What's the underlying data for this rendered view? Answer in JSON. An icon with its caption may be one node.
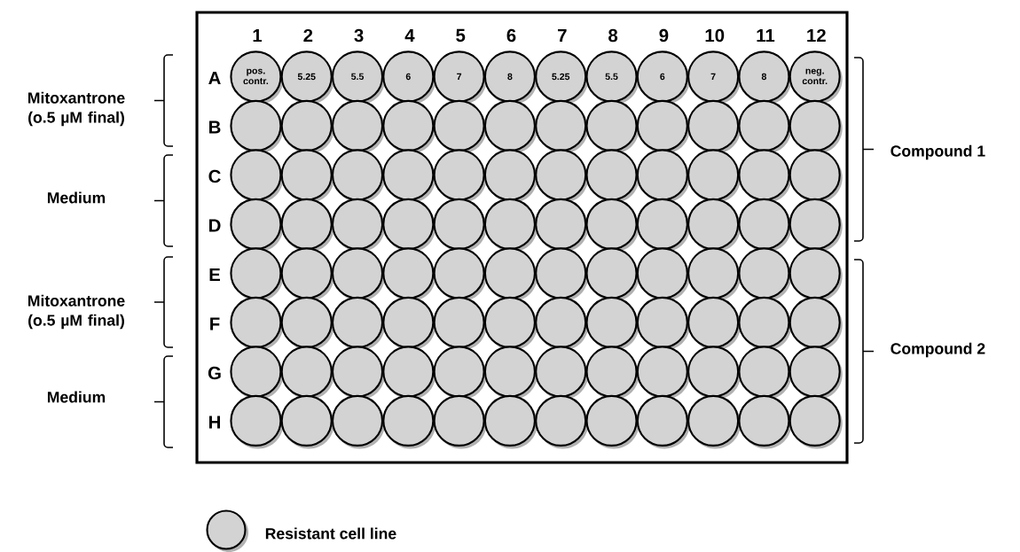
{
  "diagram": {
    "nodes": [
      {
        "text": [],
        "shape": "box"
      },
      {
        "text": [
          "pos. contr."
        ],
        "in": 0
      },
      {
        "text": [
          "5.25"
        ],
        "in": 0
      },
      {
        "text": [
          "5.5"
        ],
        "in": 0
      },
      {
        "text": [
          "6"
        ],
        "in": 0
      },
      {
        "text": [
          "7"
        ],
        "in": 0
      },
      {
        "text": [
          "8"
        ],
        "in": 0
      },
      {
        "text": [
          "5.25"
        ],
        "in": 0
      },
      {
        "text": [
          "5.5"
        ],
        "in": 0
      },
      {
        "text": [
          "6"
        ],
        "in": 0
      },
      {
        "text": [
          "7"
        ],
        "in": 0
      },
      {
        "text": [
          "8"
        ],
        "in": 0
      },
      {
        "text": [
          "neg. contr."
        ],
        "in": 0
      },
      {
        "text": [],
        "shape": "circle",
        "in": 0
      },
      {
        "text": [],
        "shape": "circle",
        "in": 0
      },
      {
        "text": [],
        "shape": "circle",
        "in": 0
      },
      {
        "text": [],
        "shape": "circle",
        "in": 0
      },
      {
        "text": [],
        "shape": "circle",
        "in": 0
      },
      {
        "text": [],
        "shape": "circle",
        "in": 0
      },
      {
        "text": [],
        "shape": "circle",
        "in": 0
      },
      {
        "text": [],
        "shape": "circle",
        "in": 0
      },
      {
        "text": [],
        "shape": "circle",
        "in": 0
      },
      {
        "text": [],
        "shape": "circle",
        "in": 0
      },
      {
        "text": [],
        "shape": "circle",
        "in": 0
      },
      {
        "text": [],
        "shape": "circle",
        "in": 0
      },
      {
        "text": [],
        "shape": "circle",
        "in": 0
      },
      {
        "text": [],
        "shape": "circle",
        "in": 0
      },
      {
        "text": [],
        "shape": "circle",
        "in": 0
      },
      {
        "text": [],
        "shape": "circle",
        "in": 0
      },
      {
        "text": [],
        "shape": "circle",
        "in": 0
      },
      {
        "text": [],
        "shape": "circle",
        "in": 0
      },
      {
        "text": [],
        "shape": "circle",
        "in": 0
      },
      {
        "text": [],
        "shape": "circle",
        "in": 0
      },
      {
        "text": [],
        "shape": "circle",
        "in": 0
      },
      {
        "text": [],
        "shape": "circle",
        "in": 0
      },
      {
        "text": [],
        "shape": "circle",
        "in": 0
      },
      {
        "text": [],
        "shape": "circle",
        "in": 0
      },
      {
        "text": [],
        "shape": "circle",
        "in": 0
      },
      {
        "text": [],
        "shape": "circle",
        "in": 0
      },
      {
        "text": [],
        "shape": "circle",
        "in": 0
      },
      {
        "text": [],
        "shape": "circle",
        "in": 0
      },
      {
        "text": [],
        "shape": "circle",
        "in": 0
      },
      {
        "text": [],
        "shape": "circle",
        "in": 0
      },
      {
        "text": [],
        "shape": "circle",
        "in": 0
      },
      {
        "text": [],
        "shape": "circle",
        "in": 0
      },
      {
        "text": [],
        "shape": "circle",
        "in": 0
      },
      {
        "text": [],
        "shape": "circle",
        "in": 0
      },
      {
        "text": [],
        "shape": "circle",
        "in": 0
      },
      {
        "text": [],
        "shape": "circle",
        "in": 0
      },
      {
        "text": [],
        "shape": "circle",
        "in": 0
      },
      {
        "text": [],
        "shape": "circle",
        "in": 0
      },
      {
        "text": [],
        "shape": "circle",
        "in": 0
      },
      {
        "text": [],
        "shape": "circle",
        "in": 0
      },
      {
        "text": [],
        "shape": "circle",
        "in": 0
      },
      {
        "text": [],
        "shape": "circle",
        "in": 0
      },
      {
        "text": [],
        "shape": "circle",
        "in": 0
      },
      {
        "text": [],
        "shape": "circle",
        "in": 0
      },
      {
        "text": [],
        "shape": "circle",
        "in": 0
      },
      {
        "text": [],
        "shape": "circle",
        "in": 0
      },
      {
        "text": [],
        "shape": "circle",
        "in": 0
      },
      {
        "text": [],
        "shape": "circle",
        "in": 0
      },
      {
        "text": [],
        "shape": "circle",
        "in": 0
      },
      {
        "text": [],
        "shape": "circle",
        "in": 0
      },
      {
        "text": [],
        "shape": "circle",
        "in": 0
      },
      {
        "text": [],
        "shape": "circle",
        "in": 0
      },
      {
        "text": [],
        "shape": "circle",
        "in": 0
      },
      {
        "text": [],
        "shape": "circle",
        "in": 0
      },
      {
        "text": [],
        "shape": "circle",
        "in": 0
      },
      {
        "text": [],
        "shape": "circle",
        "in": 0
      },
      {
        "text": [],
        "shape": "circle",
        "in": 0
      },
      {
        "text": [],
        "shape": "circle",
        "in": 0
      },
      {
        "text": [],
        "shape": "circle",
        "in": 0
      },
      {
        "text": [],
        "shape": "circle",
        "in": 0
      },
      {
        "text": [],
        "shape": "circle",
        "in": 0
      },
      {
        "text": [],
        "shape": "circle",
        "in": 0
      },
      {
        "text": [],
        "shape": "circle",
        "in": 0
      },
      {
        "text": [],
        "shape": "circle",
        "in": 0
      },
      {
        "text": [],
        "shape": "circle",
        "in": 0
      },
      {
        "text": [],
        "shape": "circle",
        "in": 0
      },
      {
        "text": [],
        "shape": "circle",
        "in": 0
      },
      {
        "text": [],
        "shape": "circle",
        "in": 0
      },
      {
        "text": [],
        "shape": "circle",
        "in": 0
      },
      {
        "text": [],
        "shape": "circle",
        "in": 0
      },
      {
        "text": [],
        "shape": "circle",
        "in": 0
      },
      {
        "text": [],
        "shape": "circle",
        "in": 0
      },
      {
        "text": [],
        "shape": "circle",
        "in": 0
      },
      {
        "text": [],
        "shape": "circle",
        "in": 0
      },
      {
        "text": [],
        "shape": "circle",
        "in": 0
      },
      {
        "text": [],
        "shape": "circle",
        "in": 0
      },
      {
        "text": [],
        "shape": "circle",
        "in": 0
      },
      {
        "text": [],
        "shape": "circle",
        "in": 0
      },
      {
        "text": [],
        "shape": "circle",
        "in": 0
      },
      {
        "text": [],
        "shape": "circle",
        "in": 0
      },
      {
        "text": [],
        "shape": "circle",
        "in": 0
      },
      {
        "text": [],
        "shape": "circle",
        "in": 0
      },
      {
        "text": [],
        "shape": "circle",
        "in": 0
      },
      {
        "text": [],
        "shape": "circle",
        "in": 0
      }
    ],
    "labels": [
      "1",
      "2",
      "3",
      "4",
      "5",
      "6",
      "7",
      "8",
      "9",
      "10",
      "11",
      "12",
      "A",
      "B",
      "C",
      "D",
      "E",
      "F",
      "G",
      "H",
      "Mitoxantrone (o.5 µM final)",
      "Medium",
      "Mitoxantrone (o.5 µM final)",
      "Medium",
      "Compound 1",
      "Compound 2"
    ],
    "legend": [
      {
        "text": "Resistant cell line",
        "color": "#d3d3d3"
      }
    ]
  }
}
